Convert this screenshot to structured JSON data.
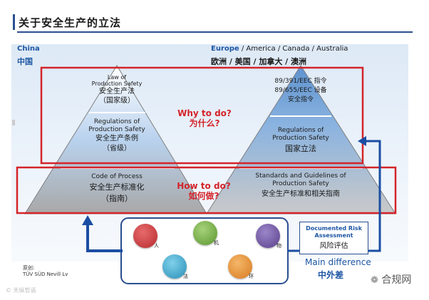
{
  "title": "关于安全生产的立法",
  "left": {
    "region": "China",
    "region_cn": "中国",
    "tier1": [
      "Law of",
      "Production Safety",
      "安全生产法",
      "（国家级）"
    ],
    "tier2": [
      "Regulations of",
      "Production Safety",
      "安全生产条例",
      "（省级）"
    ],
    "tier3": [
      "Code of Process",
      "安全生产标准化",
      "（指南）"
    ]
  },
  "right": {
    "region": "Europe",
    "region_rest": " / America / Canada / Australia",
    "region_cn": "欧洲 / 美国 / 加拿大 / 澳洲",
    "tier1": [
      "89/391/EEC 指令",
      "89/655/EEC 设备",
      "安全指令"
    ],
    "tier2": [
      "Regulations of",
      "Production Safety",
      "国家立法"
    ],
    "tier3": [
      "Standards and Guidelines of",
      "Production Safety",
      "安全生产标准和相关指南"
    ]
  },
  "why": {
    "en": "Why to do?",
    "cn": "为什么?"
  },
  "how": {
    "en": "How to do?",
    "cn": "如何做?"
  },
  "circles": [
    {
      "label": "人",
      "color": "#c8383a"
    },
    {
      "label": "机",
      "color": "#6aa83a"
    },
    {
      "label": "物",
      "color": "#6a4f9f"
    },
    {
      "label": "法",
      "color": "#2f9fc8"
    },
    {
      "label": "环",
      "color": "#e48a2a"
    }
  ],
  "doc": {
    "line1": "Documented Risk",
    "line2": "Assessment",
    "cn": "风险评估"
  },
  "main_diff": {
    "en": "Main difference",
    "cn": "中外差"
  },
  "source": {
    "line1": "原创:",
    "line2": "TÜV SÜD Nevill Lv"
  },
  "watermark": "© 天纵哲语",
  "logo": "合规网",
  "colors": {
    "red_frame": "#d4242a",
    "blue_arrow": "#1a4ea3",
    "tri_grey": "#a5a5a5",
    "tri_blue": "#9dc1e6"
  }
}
